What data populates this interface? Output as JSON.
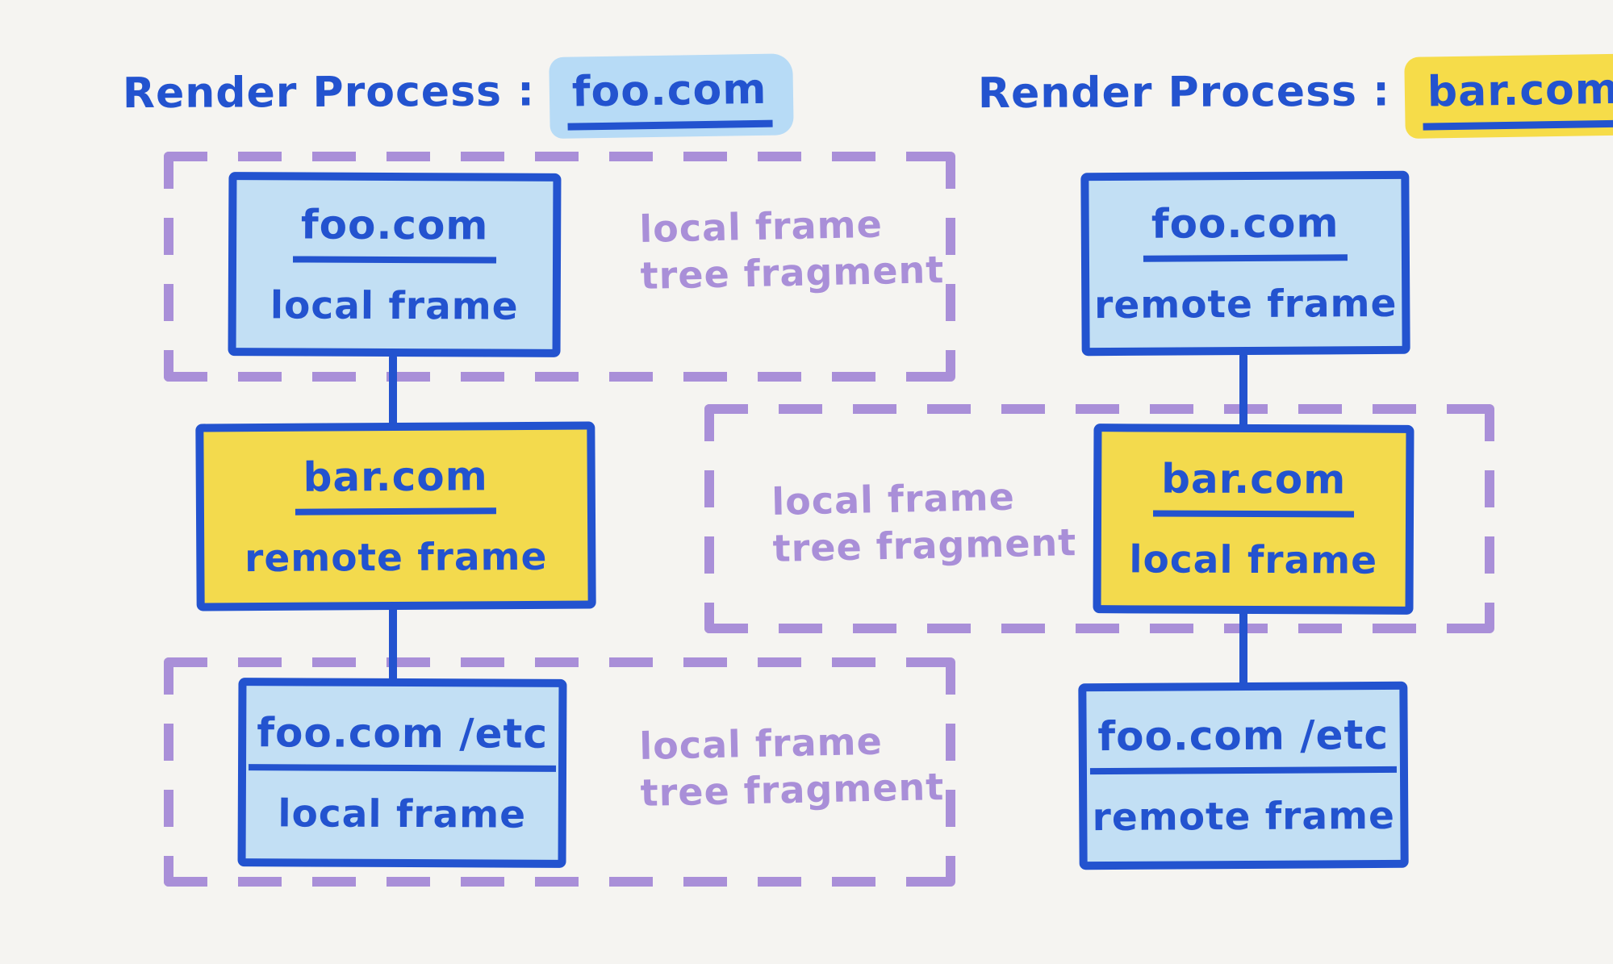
{
  "colors": {
    "background": "#f5f4f1",
    "ink_blue": "#2353cf",
    "light_blue_fill": "#c2dff4",
    "yellow_fill": "#f3da4d",
    "purple": "#a98fd8",
    "title_highlight_blue": "#b7dbf6",
    "title_highlight_yellow": "#f6dc49"
  },
  "left": {
    "title": {
      "prefix": "Render Process :",
      "domain": "foo.com"
    },
    "nodes": {
      "root": {
        "domain": "foo.com",
        "kind": "local frame"
      },
      "middle": {
        "domain": "bar.com",
        "kind": "remote frame"
      },
      "leaf": {
        "domain": "foo.com /etc",
        "kind": "local frame"
      }
    },
    "fragment_label_top": {
      "line1": "local frame",
      "line2": "tree fragment"
    },
    "fragment_label_bottom": {
      "line1": "local frame",
      "line2": "tree fragment"
    }
  },
  "right": {
    "title": {
      "prefix": "Render Process :",
      "domain": "bar.com"
    },
    "nodes": {
      "root": {
        "domain": "foo.com",
        "kind": "remote frame"
      },
      "middle": {
        "domain": "bar.com",
        "kind": "local frame"
      },
      "leaf": {
        "domain": "foo.com /etc",
        "kind": "remote frame"
      }
    },
    "fragment_label_middle": {
      "line1": "local frame",
      "line2": "tree fragment"
    }
  }
}
